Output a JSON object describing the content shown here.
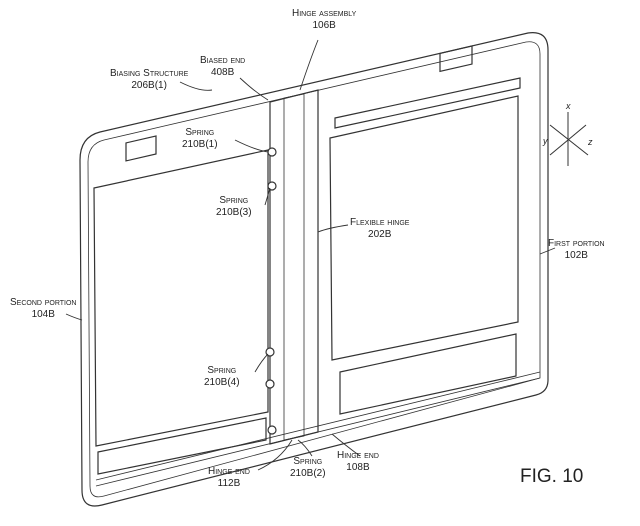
{
  "figure_label": "FIG. 10",
  "axes": {
    "x": "x",
    "y": "y",
    "z": "z"
  },
  "labels": {
    "biasing_structure": {
      "name": "Biasing Structure",
      "ref": "206B(1)"
    },
    "biased_end": {
      "name": "Biased end",
      "ref": "408B"
    },
    "hinge_assembly": {
      "name": "Hinge assembly",
      "ref": "106B"
    },
    "spring_1": {
      "name": "Spring",
      "ref": "210B(1)"
    },
    "spring_3": {
      "name": "Spring",
      "ref": "210B(3)"
    },
    "flexible_hinge": {
      "name": "Flexible hinge",
      "ref": "202B"
    },
    "first_portion": {
      "name": "First portion",
      "ref": "102B"
    },
    "second_portion": {
      "name": "Second portion",
      "ref": "104B"
    },
    "spring_4": {
      "name": "Spring",
      "ref": "210B(4)"
    },
    "hinge_end_112": {
      "name": "Hinge end",
      "ref": "112B"
    },
    "spring_2": {
      "name": "Spring",
      "ref": "210B(2)"
    },
    "hinge_end_108": {
      "name": "Hinge end",
      "ref": "108B"
    }
  }
}
